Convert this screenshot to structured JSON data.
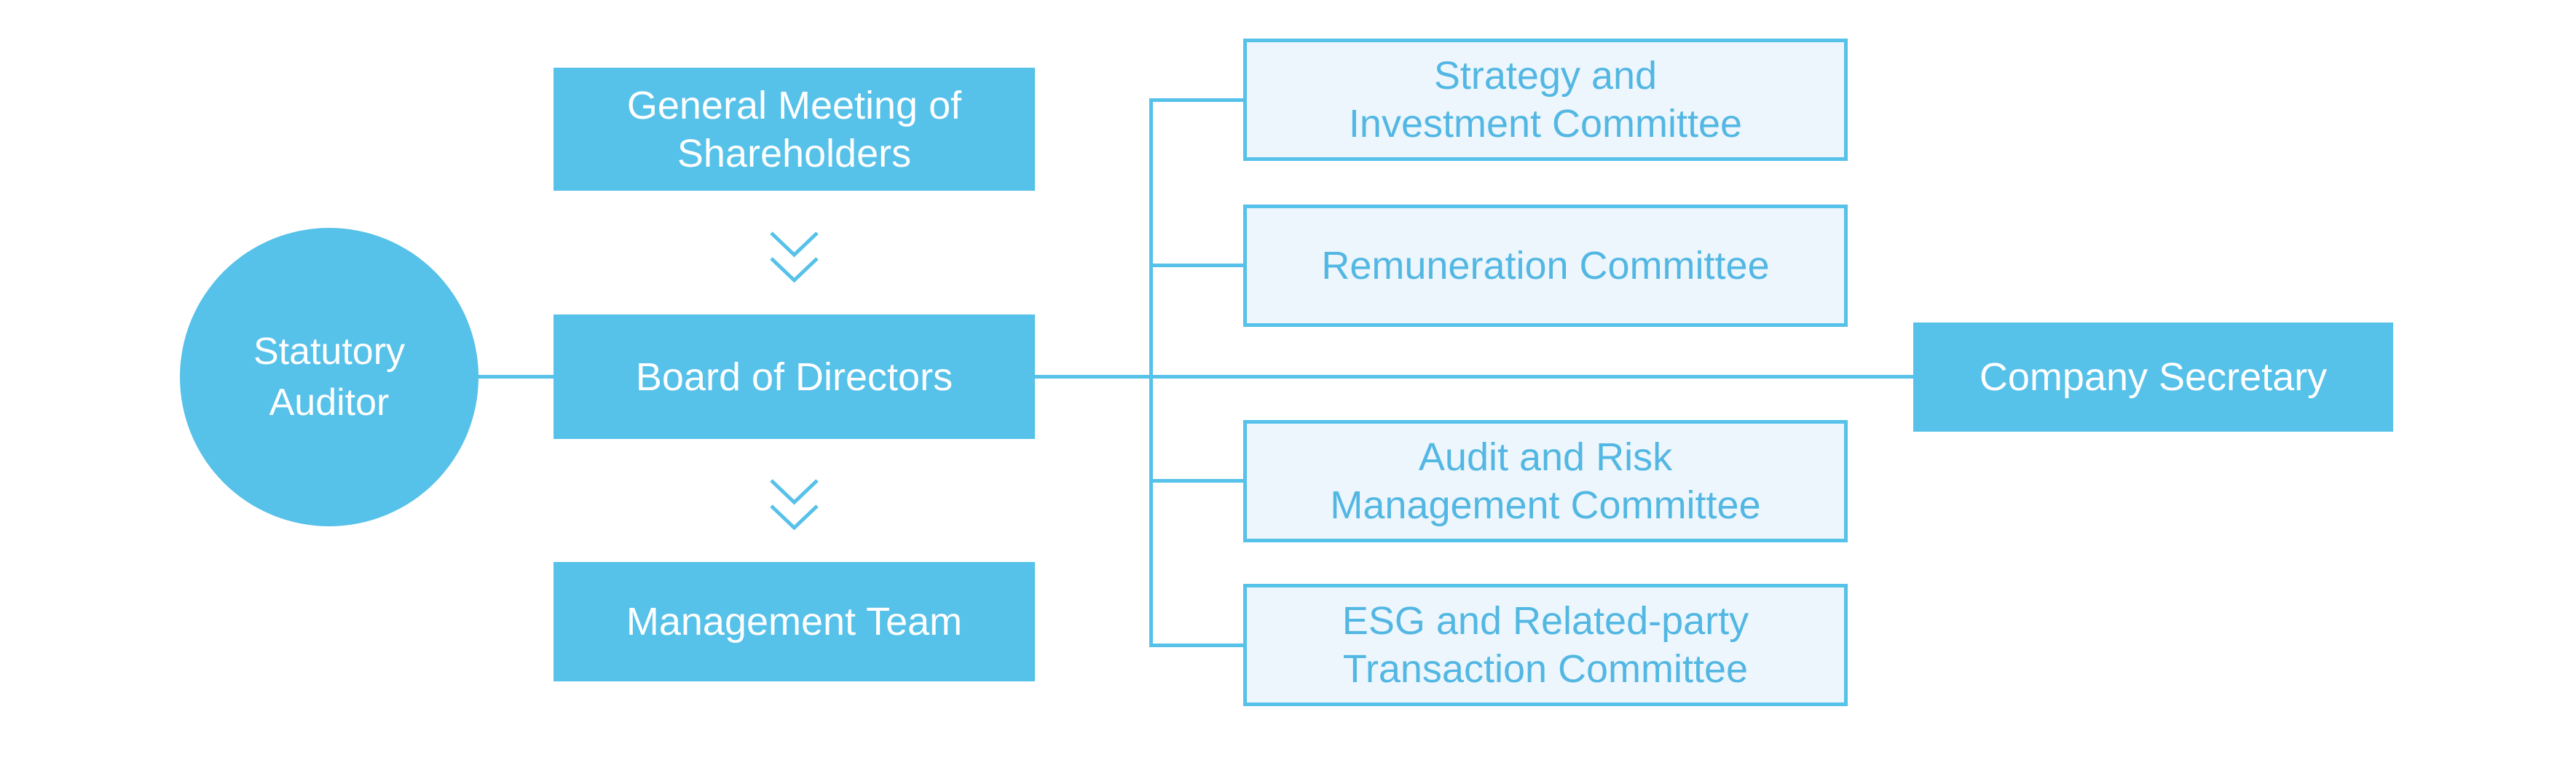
{
  "colors": {
    "primary": "#56c1e9",
    "light_fill": "#ecf6fc",
    "committee_text": "#53b7e3",
    "text_on_primary": "#ffffff"
  },
  "nodes": {
    "statutory_auditor": {
      "lines": [
        "Statutory",
        "Auditor"
      ]
    },
    "general_meeting": {
      "lines": [
        "General Meeting of",
        "Shareholders"
      ]
    },
    "board": {
      "lines": [
        "Board of Directors"
      ]
    },
    "management": {
      "lines": [
        "Management Team"
      ]
    },
    "company_secretary": {
      "lines": [
        "Company Secretary"
      ]
    },
    "committees": [
      {
        "lines": [
          "Strategy and",
          "Investment Committee"
        ]
      },
      {
        "lines": [
          "Remuneration Committee"
        ]
      },
      {
        "lines": [
          "Audit and Risk",
          "Management Committee"
        ]
      },
      {
        "lines": [
          "ESG and Related-party",
          "Transaction Committee"
        ]
      }
    ]
  },
  "icons": {
    "between_main_nodes": "double-chevron-down"
  }
}
